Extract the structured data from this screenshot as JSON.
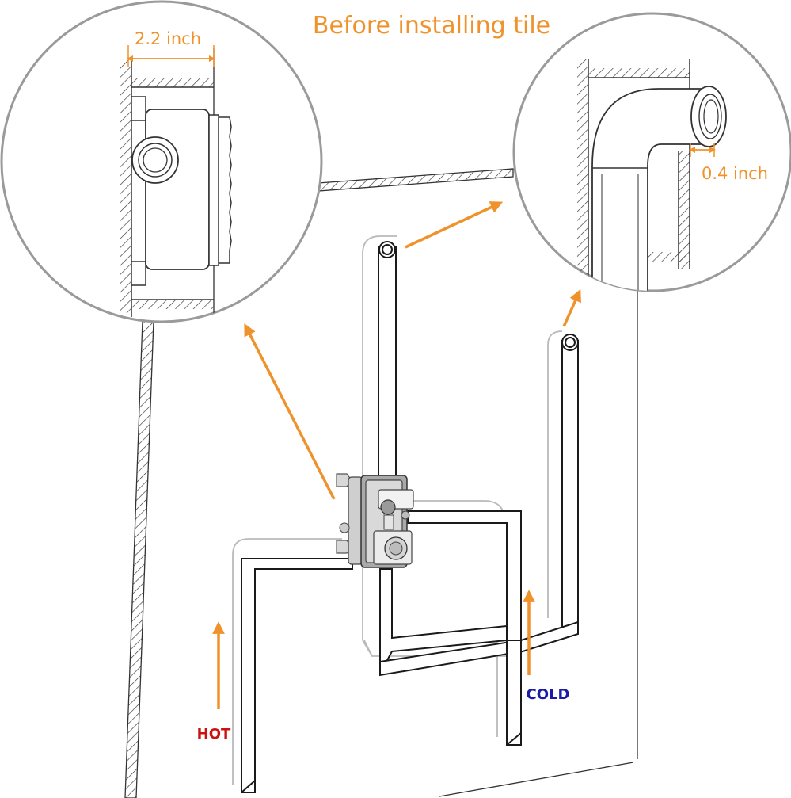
{
  "title": "Before installing tile",
  "left_callout": {
    "dimension": "2.2 inch"
  },
  "right_callout": {
    "dimension": "0.4 inch"
  },
  "labels": {
    "hot": "HOT",
    "cold": "COLD"
  },
  "colors": {
    "accent": "#f0922b",
    "line": "#1a1a1a",
    "circle": "#9a9a9a",
    "hot": "#cc1111",
    "cold": "#1a1aa8",
    "valve": "#8a8a8a"
  }
}
